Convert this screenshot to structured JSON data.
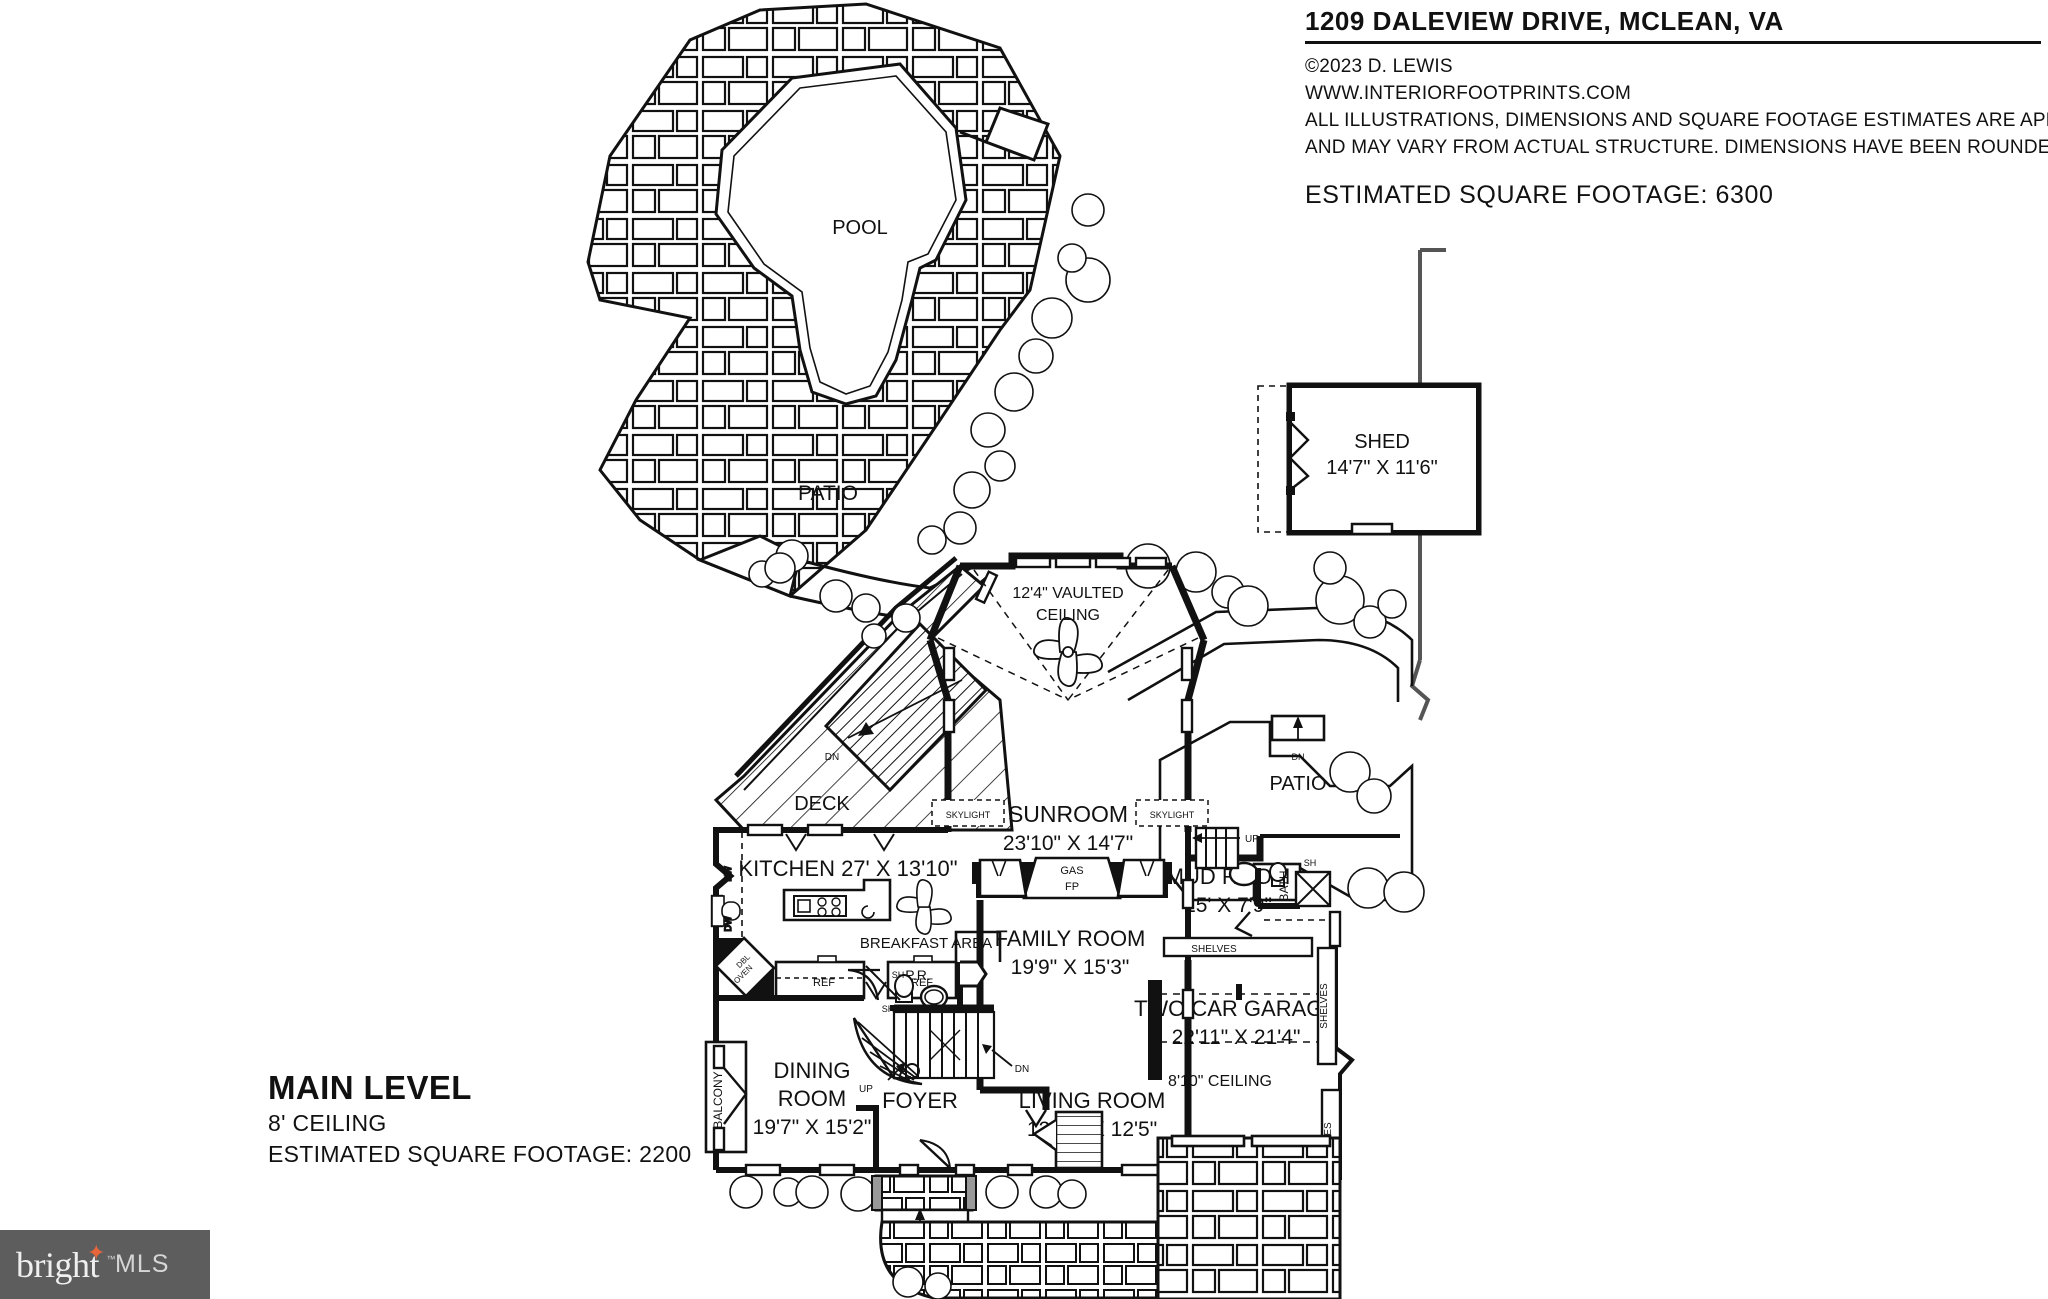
{
  "header": {
    "title": "1209 DALEVIEW DRIVE, MCLEAN, VA",
    "copyright": "©2023 D. LEWIS",
    "website": "WWW.INTERIORFOOTPRINTS.COM",
    "disclaimer_line1": "ALL ILLUSTRATIONS, DIMENSIONS AND SQUARE FOOTAGE ESTIMATES ARE APPROXIMATE",
    "disclaimer_line2": "AND MAY VARY FROM ACTUAL STRUCTURE. DIMENSIONS HAVE BEEN ROUNDED.",
    "total_sqft": "ESTIMATED SQUARE FOOTAGE: 6300"
  },
  "level": {
    "name": "MAIN LEVEL",
    "ceiling": "8' CEILING",
    "sqft": "ESTIMATED SQUARE FOOTAGE: 2200"
  },
  "watermark": {
    "brand": "bright",
    "suffix": "MLS",
    "trademark": "™",
    "star": "✦",
    "bg_color": "#5d5d5d",
    "star_color": "#e8653a",
    "text_color": "#efefef"
  },
  "rooms": [
    {
      "id": "pool",
      "name": "POOL",
      "dims": ""
    },
    {
      "id": "patio-rear",
      "name": "PATIO",
      "dims": ""
    },
    {
      "id": "shed",
      "name": "SHED",
      "dims": "14'7\" X 11'6\""
    },
    {
      "id": "deck",
      "name": "DECK",
      "dims": ""
    },
    {
      "id": "sunroom",
      "name": "SUNROOM",
      "dims": "23'10\" X 14'7\""
    },
    {
      "id": "kitchen",
      "name": "KITCHEN 27' X 13'10\"",
      "dims": ""
    },
    {
      "id": "breakfast",
      "name": "BREAKFAST AREA",
      "dims": ""
    },
    {
      "id": "family",
      "name": "FAMILY ROOM",
      "dims": "19'9\" X 15'3\""
    },
    {
      "id": "mud",
      "name": "MUD ROOM",
      "dims": "15' X 7'9\""
    },
    {
      "id": "garage",
      "name": "TWO CAR GARAGE",
      "dims": "22'11\" X 21'4\""
    },
    {
      "id": "dining",
      "name": "DINING",
      "dims": "ROOM",
      "dims2": "19'7\" X 15'2\""
    },
    {
      "id": "foyer",
      "name": "FOYER",
      "dims": ""
    },
    {
      "id": "living",
      "name": "LIVING ROOM",
      "dims": "12'10\" X 12'5\""
    },
    {
      "id": "patio-side",
      "name": "PATIO",
      "dims": ""
    }
  ],
  "annotations": {
    "vaulted_ceiling_line1": "12'4\" VAULTED",
    "vaulted_ceiling_line2": "CEILING",
    "skylight_left": "SKYLIGHT",
    "skylight_right": "SKYLIGHT",
    "gas_fp_line1": "GAS",
    "gas_fp_line2": "FP",
    "garage_ceiling": "8'10\" CEILING",
    "balcony": "BALCONY",
    "bath": "BATH",
    "powder_room": "P.R.",
    "shelves_1": "SHELVES",
    "shelves_2": "SHELVES",
    "shelves_3": "SHELVES",
    "ref_1": "REF",
    "ref_2": "REF",
    "dw_1": "DW",
    "dw_2": "DW",
    "dbl_oven_line1": "DBL",
    "dbl_oven_line2": "OVEN",
    "sh_1": "SH",
    "sh_2": "SH",
    "sh_3": "SH",
    "dn_deck": "DN",
    "dn_patio": "DN",
    "dn_stair": "DN",
    "up_stair": "UP",
    "up_patio": "UP",
    "up_front": "UP"
  },
  "colors": {
    "line": "#111111",
    "wall_fill": "#000000",
    "paper": "#ffffff",
    "light_line": "#444444"
  },
  "plan_title_labels": {
    "pool_label": "POOL",
    "patio_label": "PATIO"
  }
}
